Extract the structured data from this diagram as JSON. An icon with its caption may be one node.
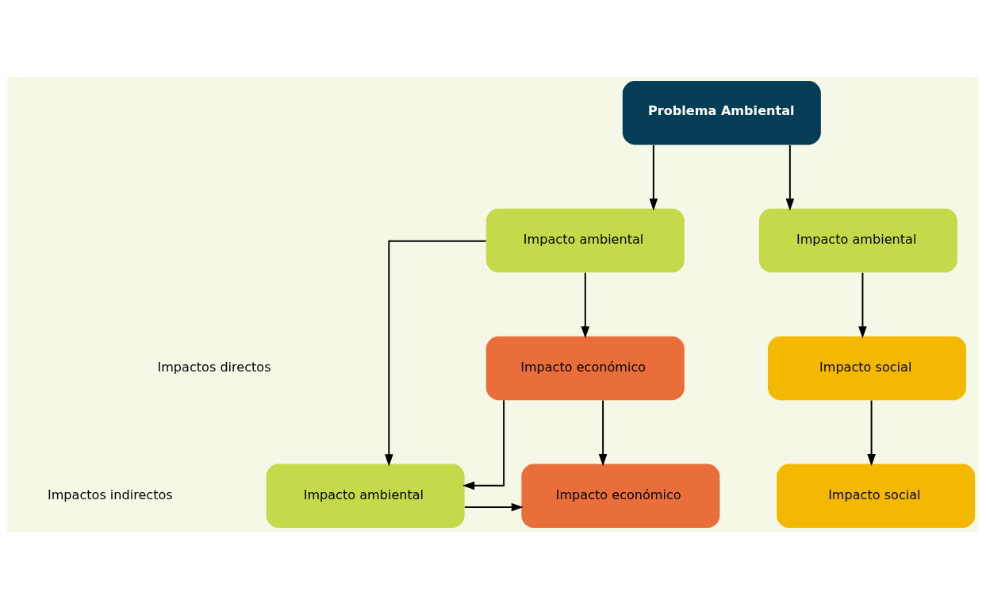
{
  "diagram": {
    "nodes": [
      {
        "text": [
          "Problema Ambiental"
        ]
      },
      {
        "text": [
          "Impacto ambiental"
        ]
      },
      {
        "text": [
          "Impacto ambiental"
        ]
      },
      {
        "text": [
          "Impacto económico"
        ]
      },
      {
        "text": [
          "Impacto social"
        ]
      },
      {
        "text": [
          "Impacto ambiental"
        ]
      },
      {
        "text": [
          "Impacto económico"
        ]
      },
      {
        "text": [
          "Impacto social"
        ]
      }
    ],
    "edges": [
      {
        "from": 0,
        "to": 1,
        "arrow": "to"
      },
      {
        "from": 0,
        "to": 2,
        "arrow": "to"
      },
      {
        "from": 1,
        "to": 3,
        "arrow": "to"
      },
      {
        "from": 1,
        "to": 5,
        "arrow": "to"
      },
      {
        "from": 2,
        "to": 4,
        "arrow": "to"
      },
      {
        "from": 3,
        "to": 5,
        "arrow": "to"
      },
      {
        "from": 3,
        "to": 6,
        "arrow": "to"
      },
      {
        "from": 4,
        "to": 7,
        "arrow": "to"
      },
      {
        "from": 5,
        "to": 6,
        "arrow": "to"
      }
    ],
    "labels": [
      "Impactos directos",
      "Impactos indirectos"
    ]
  }
}
